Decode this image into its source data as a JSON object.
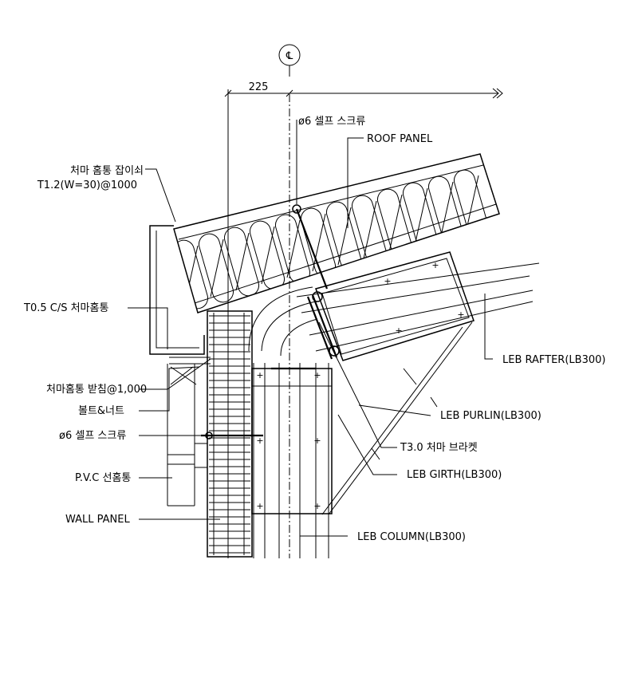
{
  "centerline_symbol": "℄",
  "dimension": "225",
  "labels": {
    "self_screw_top": "ø6 셀프 스크류",
    "roof_panel": "ROOF PANEL",
    "gutter_holder_line1": "처마 홈통 잡이쇠",
    "gutter_holder_line2": "T1.2(W=30)@1000",
    "eave_gutter": "T0.5 C/S 처마홈통",
    "leb_rafter": "LEB RAFTER(LB300)",
    "gutter_support": "처마홈통 받침@1,000",
    "bolt_nut": "볼트&너트",
    "leb_purlin": "LEB PURLIN(LB300)",
    "self_screw_wall": "ø6 셀프 스크류",
    "eave_bracket": "T3.0 처마 브라켓",
    "pvc_downpipe": "P.V.C 선홈통",
    "leb_girth": "LEB GIRTH(LB300)",
    "wall_panel": "WALL PANEL",
    "leb_column": "LEB COLUMN(LB300)"
  }
}
